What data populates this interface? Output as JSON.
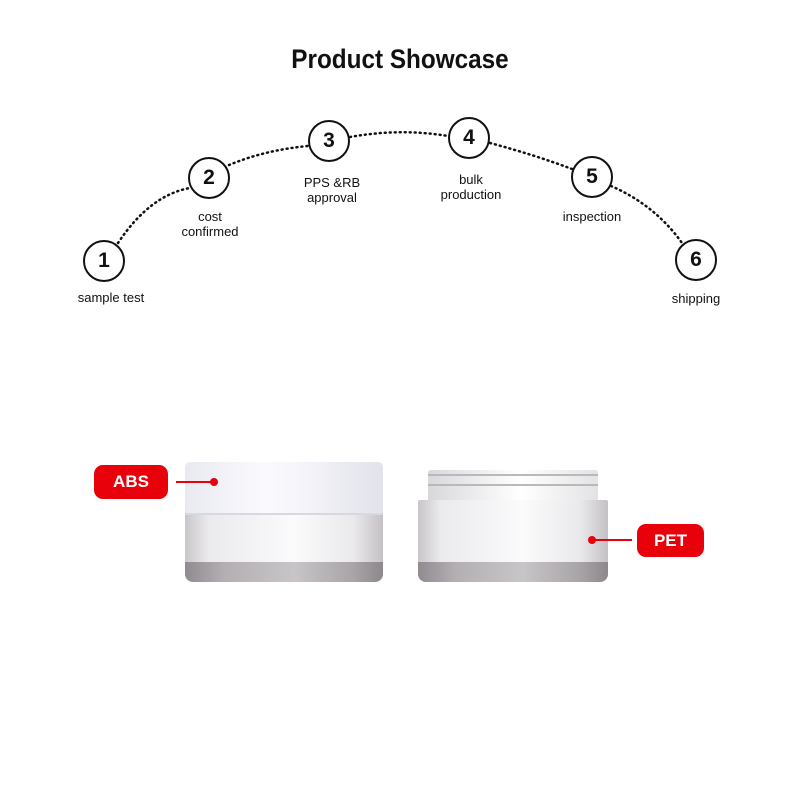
{
  "title": "Product Showcase",
  "steps": [
    {
      "number": "1",
      "label_1": "sample test",
      "label_2": ""
    },
    {
      "number": "2",
      "label_1": "cost",
      "label_2": "confirmed"
    },
    {
      "number": "3",
      "label_1": "PPS &RB",
      "label_2": "approval"
    },
    {
      "number": "4",
      "label_1": "bulk",
      "label_2": "production"
    },
    {
      "number": "5",
      "label_1": "inspection",
      "label_2": ""
    },
    {
      "number": "6",
      "label_1": "shipping",
      "label_2": ""
    }
  ],
  "materials": {
    "lid": "ABS",
    "jar": "PET"
  },
  "colors": {
    "badge": "#e8000b",
    "text": "#111111"
  }
}
